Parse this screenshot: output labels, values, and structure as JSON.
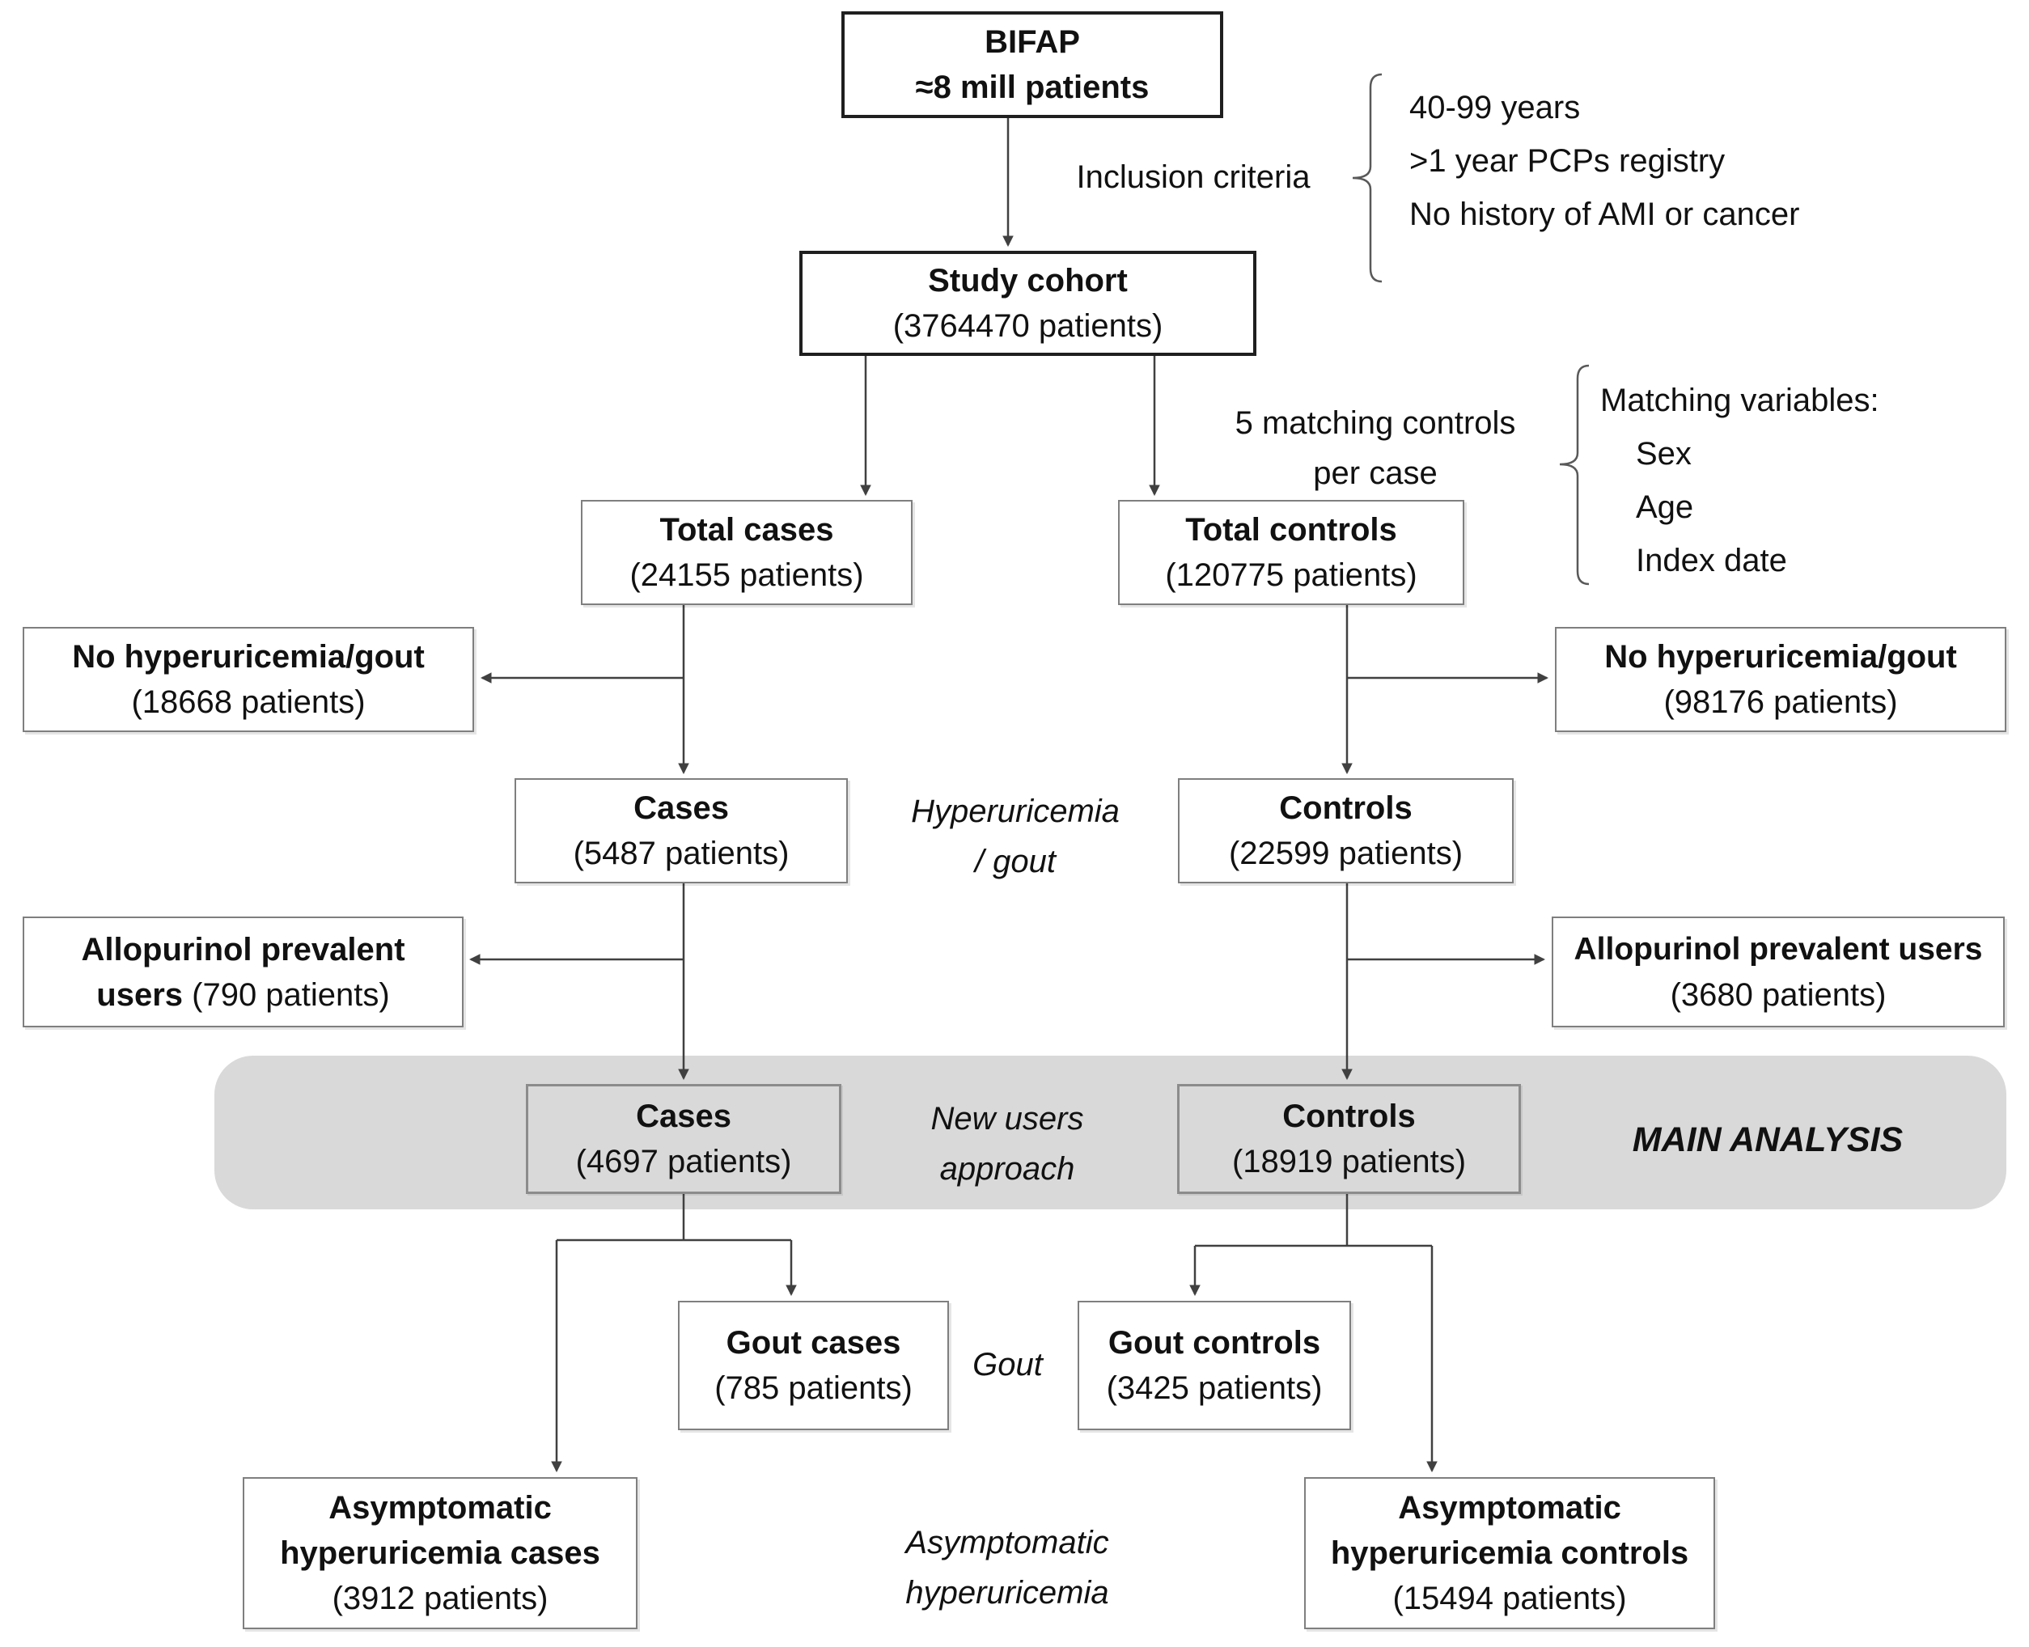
{
  "colors": {
    "band": "#d9d9d9",
    "line": "#404040",
    "border_light": "#7f7f7f",
    "border_dark": "#1f1f1f",
    "text": "#111111"
  },
  "boxes": {
    "bifap": {
      "title": "BIFAP",
      "subtitle": "≈8 mill patients"
    },
    "study_cohort": {
      "title": "Study cohort",
      "subtitle": "(3764470 patients)"
    },
    "total_cases": {
      "title": "Total cases",
      "subtitle": "(24155 patients)"
    },
    "total_controls": {
      "title": "Total controls",
      "subtitle": "(120775 patients)"
    },
    "no_hyperuricemia_cases": {
      "title": "No hyperuricemia/gout",
      "subtitle": "(18668 patients)"
    },
    "no_hyperuricemia_controls": {
      "title": "No hyperuricemia/gout",
      "subtitle": "(98176 patients)"
    },
    "cases_hyperuricemia": {
      "title": "Cases",
      "subtitle": "(5487 patients)"
    },
    "controls_hyperuricemia": {
      "title": "Controls",
      "subtitle": "(22599 patients)"
    },
    "allopurinol_cases": {
      "title": "Allopurinol prevalent",
      "subtitle_bold": "users",
      "subtitle_rest": " (790 patients)"
    },
    "allopurinol_controls": {
      "title": "Allopurinol prevalent users",
      "subtitle": "(3680 patients)"
    },
    "cases_main": {
      "title": "Cases",
      "subtitle": "(4697 patients)"
    },
    "controls_main": {
      "title": "Controls",
      "subtitle": "(18919 patients)"
    },
    "gout_cases": {
      "title": "Gout cases",
      "subtitle": "(785 patients)"
    },
    "gout_controls": {
      "title": "Gout controls",
      "subtitle": "(3425 patients)"
    },
    "asymptomatic_cases": {
      "title": "Asymptomatic",
      "title2": "hyperuricemia cases",
      "subtitle": "(3912 patients)"
    },
    "asymptomatic_controls": {
      "title": "Asymptomatic",
      "title2": "hyperuricemia controls",
      "subtitle": "(15494 patients)"
    }
  },
  "inclusion": {
    "label": "Inclusion criteria",
    "criteria": [
      "40-99 years",
      ">1 year PCPs registry",
      "No history of AMI or cancer"
    ]
  },
  "matching": {
    "label_line1": "5 matching controls",
    "label_line2": "per case",
    "vars_title": "Matching variables:",
    "vars": [
      "Sex",
      "Age",
      "Index date"
    ]
  },
  "stages": {
    "hyperuricemia": [
      "Hyperuricemia",
      "/ gout"
    ],
    "new_users": [
      "New users",
      "approach"
    ],
    "main_analysis": "MAIN ANALYSIS",
    "gout": "Gout",
    "asymptomatic": [
      "Asymptomatic",
      "hyperuricemia"
    ]
  }
}
